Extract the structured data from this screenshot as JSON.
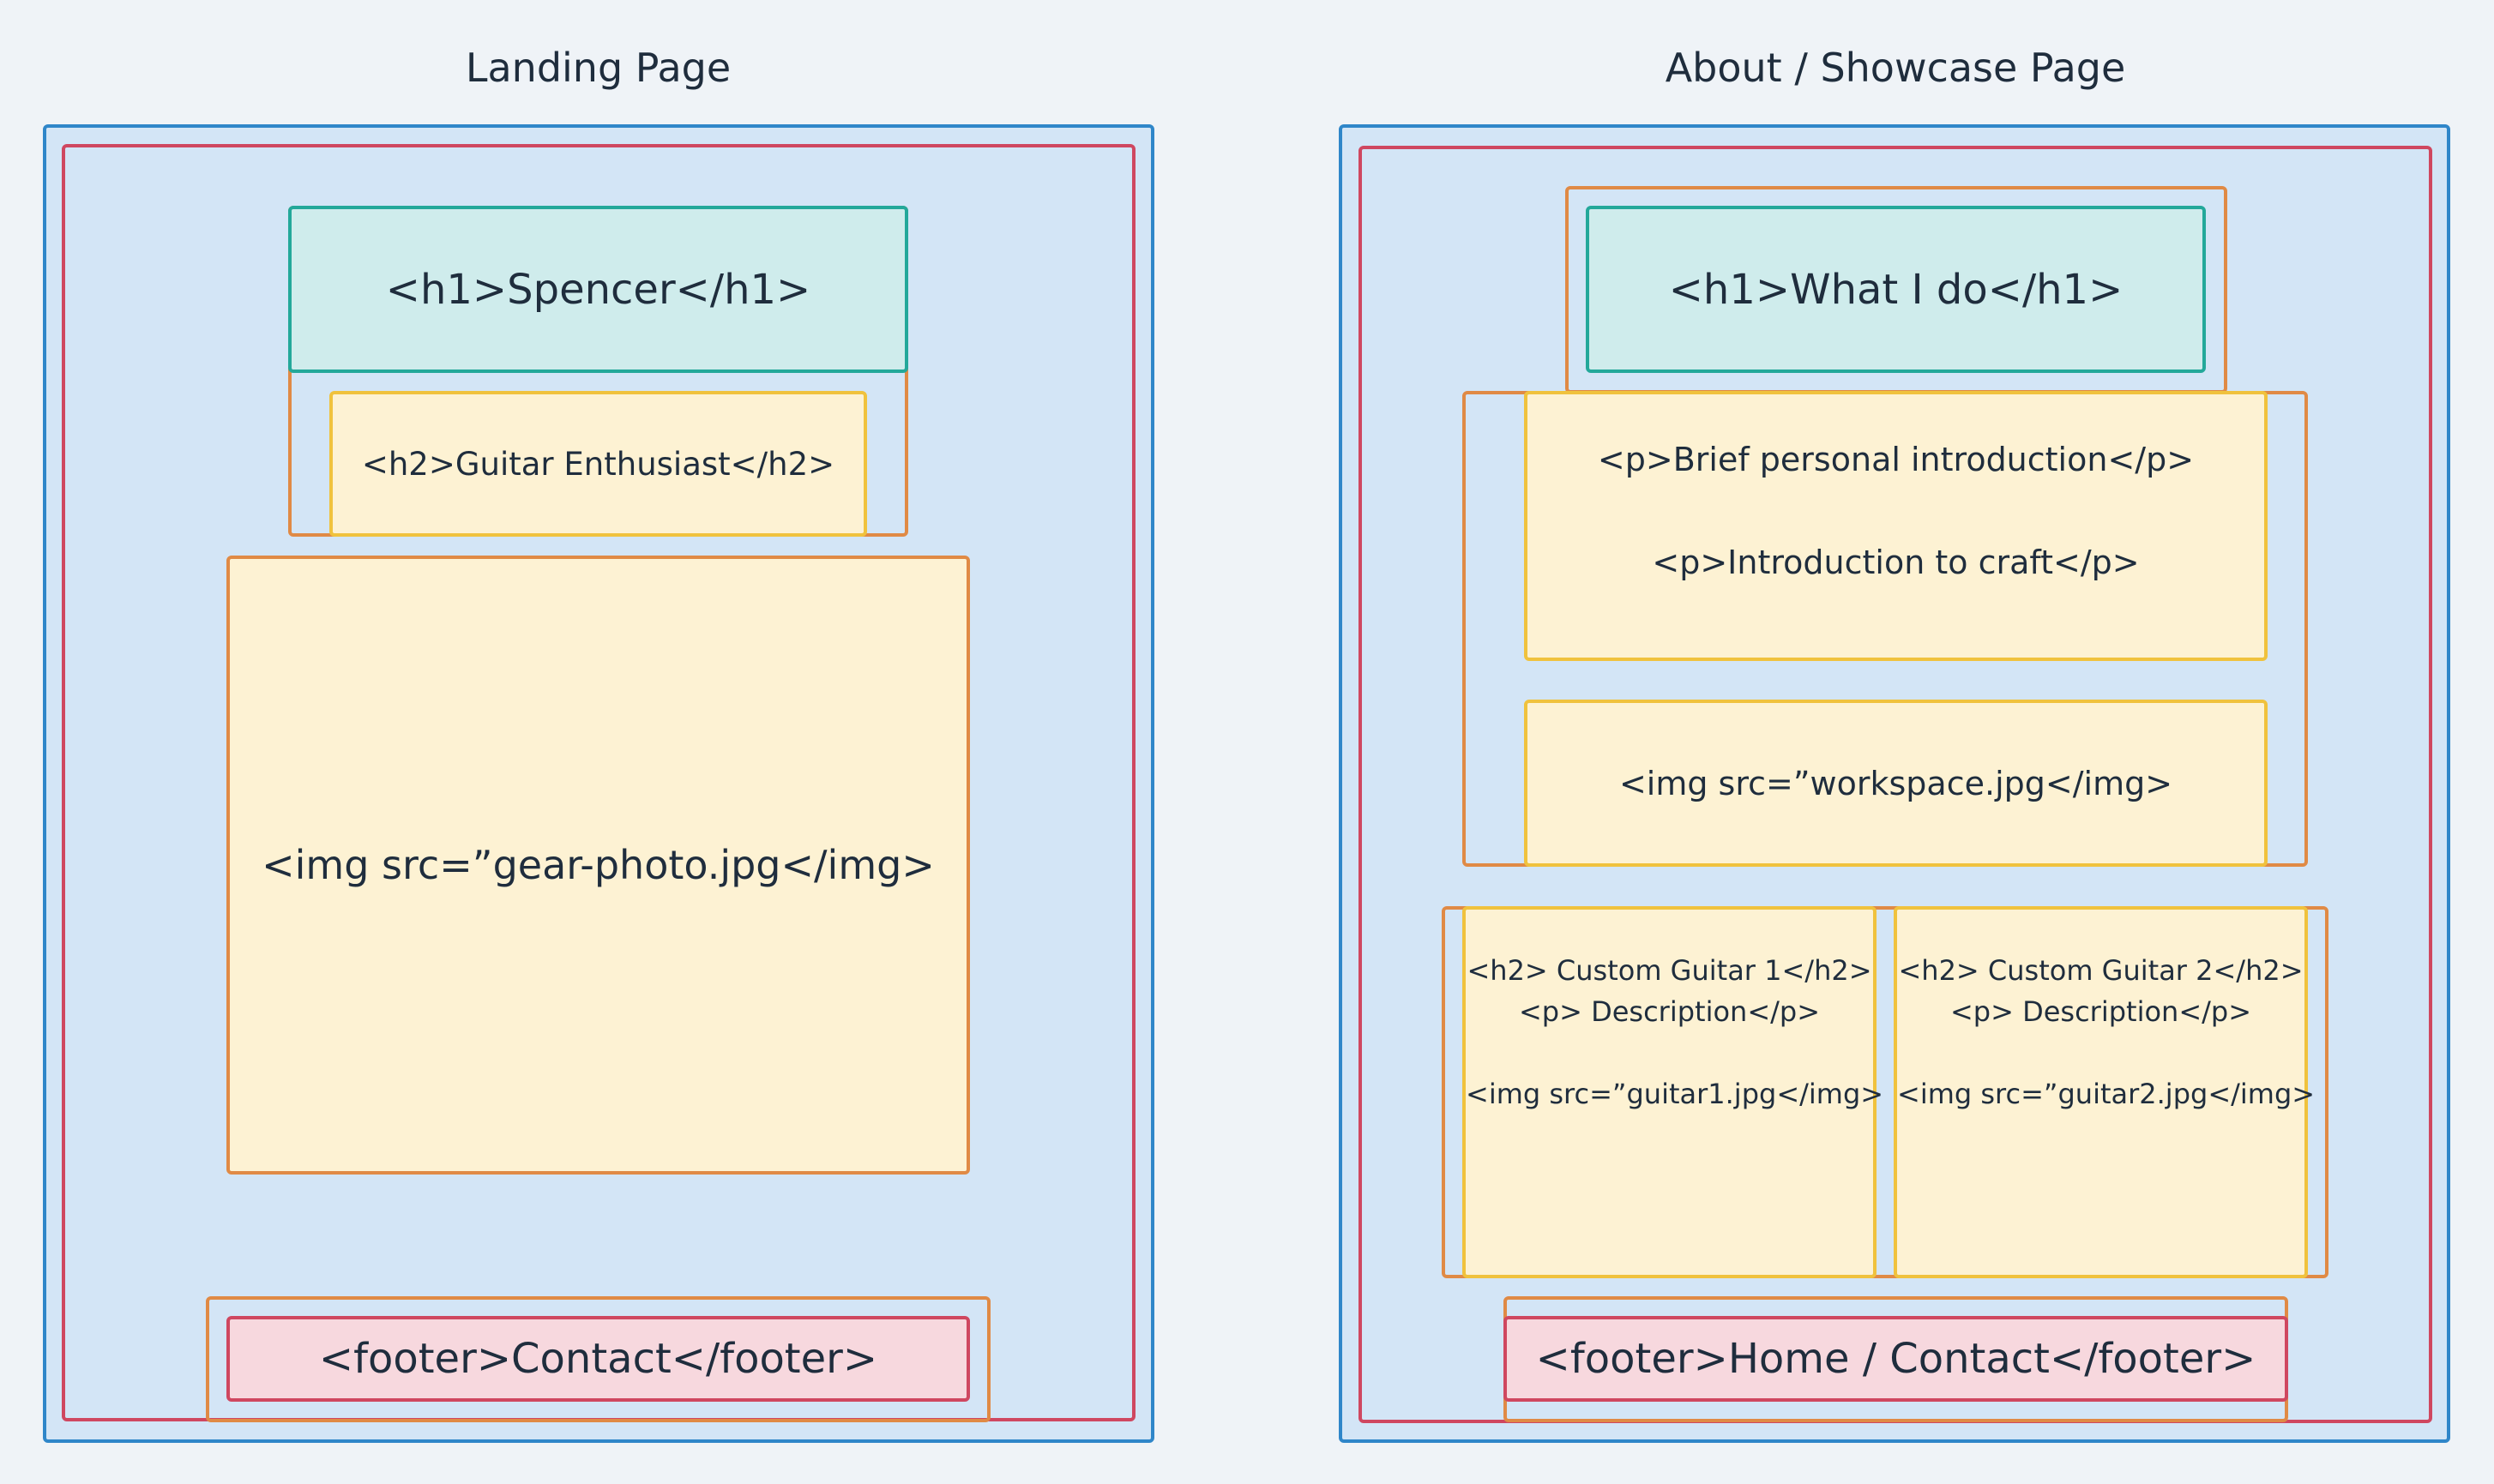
{
  "colors": {
    "background": "#eff3f7",
    "page_border": "#2f86c9",
    "page_fill": "#d3e5f6",
    "body_border": "#cf4760",
    "section_border": "#e08a45",
    "heading_border": "#23a89a",
    "heading_fill": "#cfecec",
    "content_border": "#f0c23d",
    "content_fill": "#fdf2d3",
    "footer_border": "#cf4760",
    "footer_fill": "#f7d8de"
  },
  "landing": {
    "title": "Landing Page",
    "h1": "<h1>Spencer</h1>",
    "h2": "<h2>Guitar Enthusiast</h2>",
    "img": "<img src=”gear-photo.jpg</img>",
    "footer": "<footer>Contact</footer>"
  },
  "about": {
    "title": "About / Showcase Page",
    "h1": "<h1>What I do</h1>",
    "p1": "<p>Brief personal introduction</p>",
    "p2": "<p>Introduction to craft</p>",
    "img": "<img src=”workspace.jpg</img>",
    "cards": [
      {
        "h2": "<h2> Custom Guitar 1</h2>",
        "p": "<p> Description</p>",
        "img": "<img src=”guitar1.jpg</img>"
      },
      {
        "h2": "<h2> Custom Guitar 2</h2>",
        "p": "<p> Description</p>",
        "img": "<img src=”guitar2.jpg</img>"
      }
    ],
    "footer": "<footer>Home / Contact</footer>"
  }
}
